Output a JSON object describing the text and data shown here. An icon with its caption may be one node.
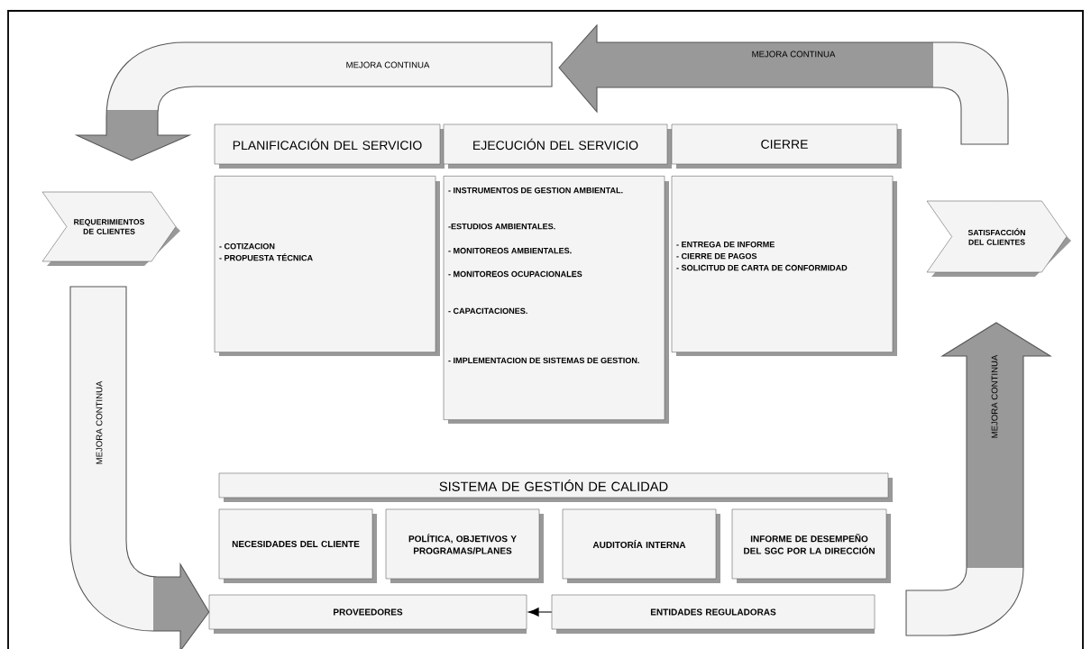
{
  "diagram": {
    "nodes": [
      {
        "text": [
          "REQUERIMIENTOS DE CLIENTES"
        ]
      },
      {
        "text": [
          "PLANIFICACIÓN DEL SERVICIO"
        ]
      },
      {
        "text": [
          "EJECUCIÓN DEL SERVICIO"
        ]
      },
      {
        "text": [
          "CIERRE"
        ]
      },
      {
        "text": [
          "- COTIZACION",
          "- PROPUESTA TÉCNICA"
        ]
      },
      {
        "text": [
          "- INSTRUMENTOS DE GESTION AMBIENTAL.",
          "-ESTUDIOS AMBIENTALES.",
          "- MONITOREOS AMBIENTALES.",
          "- MONITOREOS OCUPACIONALES",
          "- CAPACITACIONES.",
          "- IMPLEMENTACION DE SISTEMAS DE GESTION."
        ]
      },
      {
        "text": [
          "- ENTREGA DE INFORME",
          "- CIERRE DE PAGOS",
          "- SOLICITUD DE CARTA DE CONFORMIDAD"
        ]
      },
      {
        "text": [
          "SATISFACCIÓN DEL CLIENTES"
        ]
      },
      {
        "text": [
          "SISTEMA DE GESTIÓN DE CALIDAD"
        ]
      },
      {
        "text": [
          "NECESIDADES DEL CLIENTE"
        ]
      },
      {
        "text": [
          "POLÍTICA, OBJETIVOS Y PROGRAMAS/PLANES"
        ]
      },
      {
        "text": [
          "AUDITORÍA INTERNA"
        ]
      },
      {
        "text": [
          "INFORME DE DESEMPEÑO DEL SGC POR LA DIRECCIÓN"
        ]
      },
      {
        "text": [
          "PROVEEDORES"
        ]
      },
      {
        "text": [
          "ENTIDADES REGULADORAS"
        ]
      }
    ],
    "edges": [
      {
        "from": 14,
        "to": 13,
        "arrow": "to"
      },
      {
        "from": null,
        "to": 13,
        "arrow": "to",
        "label": "MEJORA CONTINUA"
      }
    ],
    "labels": [
      "MEJORA CONTINUA",
      "MEJORA CONTINUA",
      "MEJORA CONTINUA"
    ]
  }
}
